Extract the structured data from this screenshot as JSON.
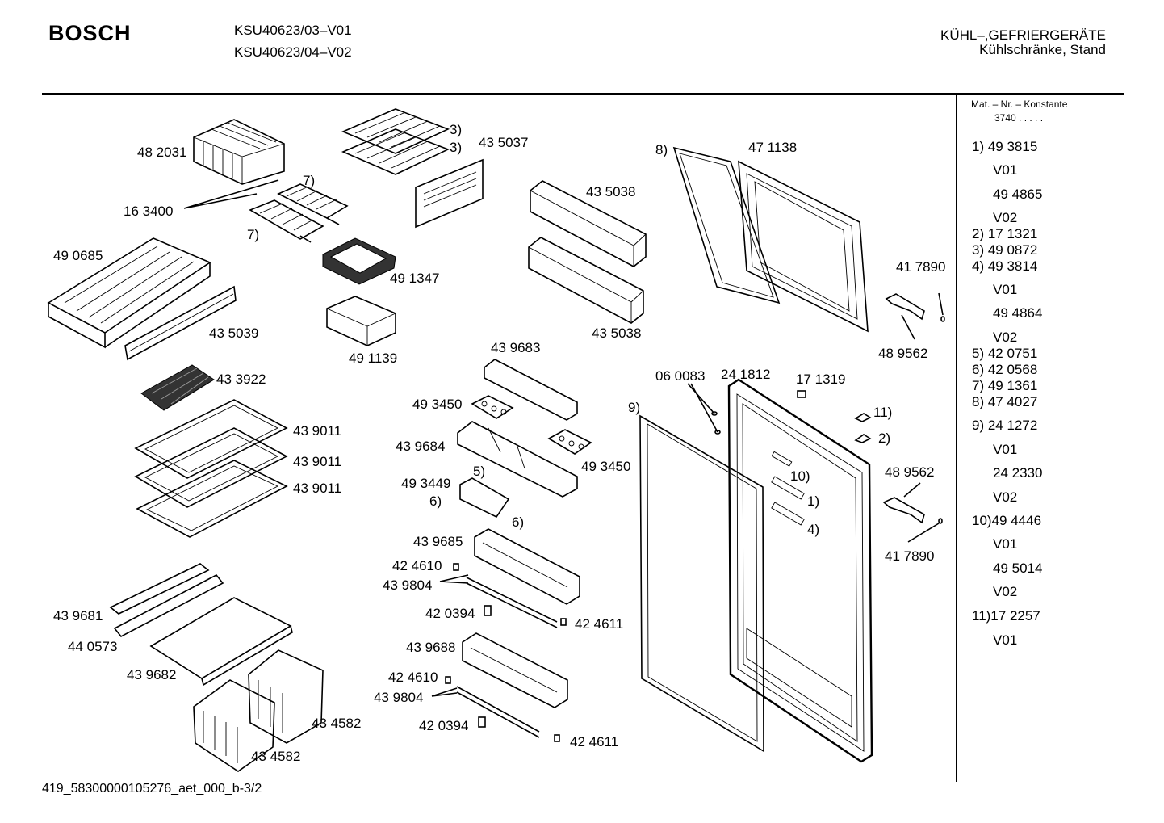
{
  "header": {
    "brand": "BOSCH",
    "model_lines": [
      "KSU40623/03–V01",
      "KSU40623/04–V02"
    ],
    "category_lines": [
      "KÜHL–,GEFRIERGERÄTE",
      "Kühlschränke, Stand"
    ]
  },
  "sidebar": {
    "title": "Mat. – Nr. – Konstante",
    "constant": "3740  .  .  .  .  .",
    "items": [
      "1)  49 3815",
      "V01",
      "49 4865",
      "V02",
      "2)  17 1321",
      "3)  49 0872",
      "4)  49 3814",
      "V01",
      "49 4864",
      "V02",
      "5)  42 0751",
      "6)  42 0568",
      "7)  49 1361",
      "8)  47 4027",
      "9)  24 1272",
      "V01",
      "24 2330",
      "V02",
      "10)49 4446",
      "V01",
      "49 5014",
      "V02",
      "11)17 2257",
      "V01"
    ]
  },
  "labels": [
    "48 2031",
    "16 3400",
    "7)",
    "7)",
    "3)",
    "3)",
    "43 5037",
    "43 5038",
    "43 5038",
    "8)",
    "47 1138",
    "49 0685",
    "49 1347",
    "43 5039",
    "49 1139",
    "41 7890",
    "48 9562",
    "43 3922",
    "43 9683",
    "06 0083",
    "24 1812",
    "17 1319",
    "49 3450",
    "9)",
    "11)",
    "2)",
    "43 9684",
    "49 3450",
    "48 9562",
    "49 3449",
    "5)",
    "10)",
    "43 9011",
    "43 9011",
    "43 9011",
    "6)",
    "1)",
    "6)",
    "4)",
    "41 7890",
    "43 9685",
    "42 4610",
    "43 9804",
    "43 9681",
    "42 0394",
    "42 4611",
    "44 0573",
    "43 9688",
    "43 9682",
    "42 4610",
    "43 9804",
    "43 4582",
    "42 0394",
    "42 4611",
    "43 4582"
  ],
  "footer": "419_58300000105276_aet_000_b-3/2"
}
